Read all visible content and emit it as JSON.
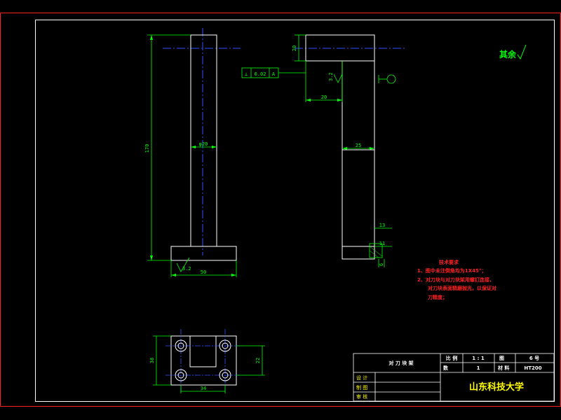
{
  "remaining_roughness": "其余",
  "front_view": {
    "height": "170",
    "width": "50",
    "shaft_diameter": "φ20",
    "roughness": "3.2"
  },
  "side_view": {
    "top_height": "20",
    "offset": "20",
    "width": "25",
    "flatness_symbol": "⊥",
    "tolerance_value": "0.02",
    "datum": "A",
    "roughness": "3.2",
    "slot_width": "13",
    "slot_inner": "11",
    "slot_depth": "6"
  },
  "plan_view": {
    "width": "34",
    "height": "38",
    "inner_height": "22"
  },
  "technical_notes": {
    "title": "技术要求",
    "items": [
      "1、图中未注倒角均为1X45°；",
      "2、对刀块与对刀块架用螺钉连接，",
      "对刀块表面精磨抛光，以保证对",
      "刀精度；"
    ]
  },
  "title_block": {
    "part_name": "对 刀 块 架",
    "scale_label": "比 例",
    "scale_value": "1 : 1",
    "drawing_label": "图",
    "drawing_value": "6 号",
    "qty_label": "数",
    "qty_value": "1",
    "material_label": "材 料",
    "material_value": "HT200",
    "design": "设 计",
    "draw": "制 图",
    "review": "审 核",
    "school": "山东科技大学"
  }
}
